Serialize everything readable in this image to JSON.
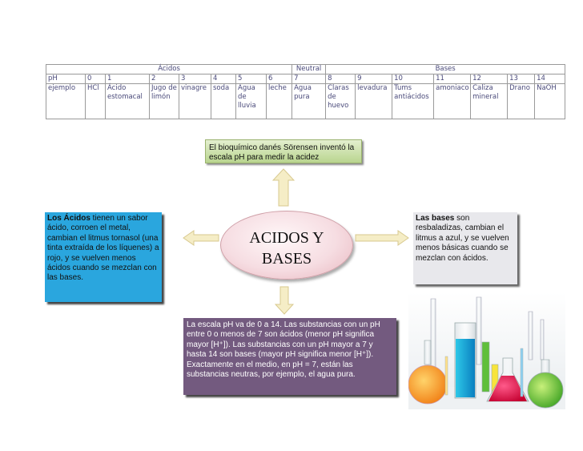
{
  "table": {
    "header": {
      "acidos": "Ácidos",
      "neutral": "Neutral",
      "bases": "Bases"
    },
    "ph_row": [
      "pH",
      "0",
      "1",
      "2",
      "3",
      "4",
      "5",
      "6",
      "7",
      "8",
      "9",
      "10",
      "11",
      "12",
      "13",
      "14"
    ],
    "example_row": [
      "ejemplo",
      "HCl",
      "Ácido estomacal",
      "Jugo de limón",
      "vinagre",
      "soda",
      "Agua de lluvia",
      "leche",
      "Agua pura",
      "Claras de huevo",
      "levadura",
      "Tums antiácidos",
      "amoniaco",
      "Caliza mineral",
      "Drano",
      "NaOH"
    ]
  },
  "center": {
    "line1": "ACIDOS Y",
    "line2": "BASES"
  },
  "top_box": {
    "text": "El bioquímico danés Sörensen inventó la escala pH para medir la acidez"
  },
  "left_box": {
    "bold": "Los Ácidos",
    "text": " tienen un sabor ácido, corroen el metal, cambian el litmus tornasol (una tinta extraída de los líquenes) a rojo, y se vuelven menos ácidos cuando se mezclan con las bases."
  },
  "right_box": {
    "bold": "Las bases",
    "text": " son resbaladizas, cambian el litmus a azul, y se vuelven menos básicas cuando se mezclan con ácidos."
  },
  "bottom_box": {
    "text": "La escala pH va de 0 a 14. Las substancias con un pH entre  0 o menos de 7 son ácidos (menor pH significa mayor [H⁺]). Las substancias con un pH mayor a 7 y hasta 14 son bases (mayor pH significa menor [H⁺]). Exactamente en el medio, en pH = 7, están las substancias neutras, por ejemplo, el agua pura."
  },
  "colors": {
    "left_box": "#2aa6de",
    "bottom_box": "#735a7f",
    "top_box": "#c6dea0",
    "arrow": "#f5edc6"
  }
}
